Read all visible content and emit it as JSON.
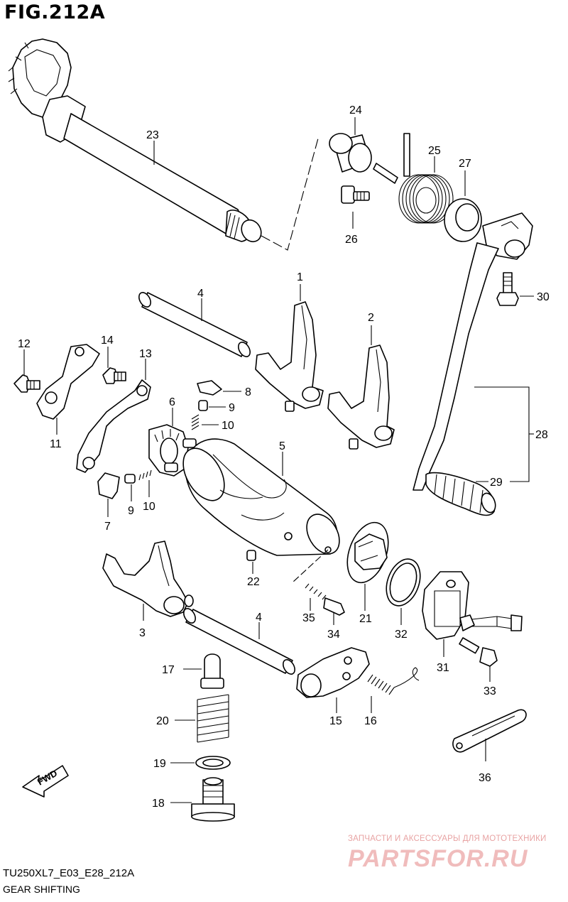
{
  "figure": {
    "title": "FIG.212A",
    "model_code": "TU250XL7_E03_E28_212A",
    "name": "GEAR SHIFTING"
  },
  "fwd_arrow": {
    "label": "FWD"
  },
  "watermark": {
    "tagline": "ЗАПЧАСТИ И АКСЕССУАРЫ ДЛЯ МОТОТЕХНИКИ",
    "brand": "PARTSFOR.RU"
  },
  "callouts": {
    "c1": "1",
    "c2": "2",
    "c3": "3",
    "c4a": "4",
    "c4b": "4",
    "c5": "5",
    "c6": "6",
    "c7": "7",
    "c8": "8",
    "c9a": "9",
    "c9b": "9",
    "c10a": "10",
    "c10b": "10",
    "c11": "11",
    "c12": "12",
    "c13": "13",
    "c14": "14",
    "c15": "15",
    "c16": "16",
    "c17": "17",
    "c18": "18",
    "c19": "19",
    "c20": "20",
    "c21": "21",
    "c22": "22",
    "c23": "23",
    "c24": "24",
    "c25": "25",
    "c26": "26",
    "c27": "27",
    "c28": "28",
    "c29": "29",
    "c30": "30",
    "c31": "31",
    "c32": "32",
    "c33": "33",
    "c34": "34",
    "c35": "35",
    "c36": "36"
  }
}
